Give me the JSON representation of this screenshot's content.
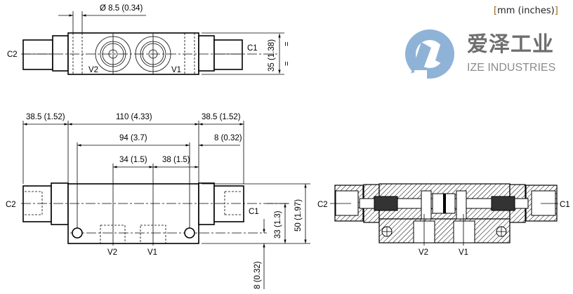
{
  "units": {
    "open": "[",
    "label": "mm (inches)",
    "close": "]"
  },
  "logo": {
    "chinese": "爱泽工业",
    "english": "IZE INDUSTRIES",
    "color": "#8fb3d6"
  },
  "top_view": {
    "diameter": "Ø 8.5 (0.34)",
    "height": "35 (1.38)",
    "equal_marks": "=",
    "ports": {
      "c1": "C1",
      "c2": "C2",
      "v1": "V1",
      "v2": "V2"
    }
  },
  "front_view": {
    "dims": {
      "left_fitting": "38.5 (1.52)",
      "body_length": "110 (4.33)",
      "right_fitting": "38.5 (1.52)",
      "hole_spacing": "94 (3.7)",
      "hole_offset": "8 (0.32)",
      "v_spacing": "34 (1.5)",
      "v1_to_edge": "38 (1.5)",
      "total_height": "50 (1.97)",
      "c_height": "33 (1.3)",
      "hole_height": "8 (0.32)"
    },
    "ports": {
      "c1": "C1",
      "c2": "C2",
      "v1": "V1",
      "v2": "V2"
    }
  },
  "section_view": {
    "ports": {
      "c1": "C1",
      "c2": "C2",
      "v1": "V1",
      "v2": "V2"
    }
  }
}
